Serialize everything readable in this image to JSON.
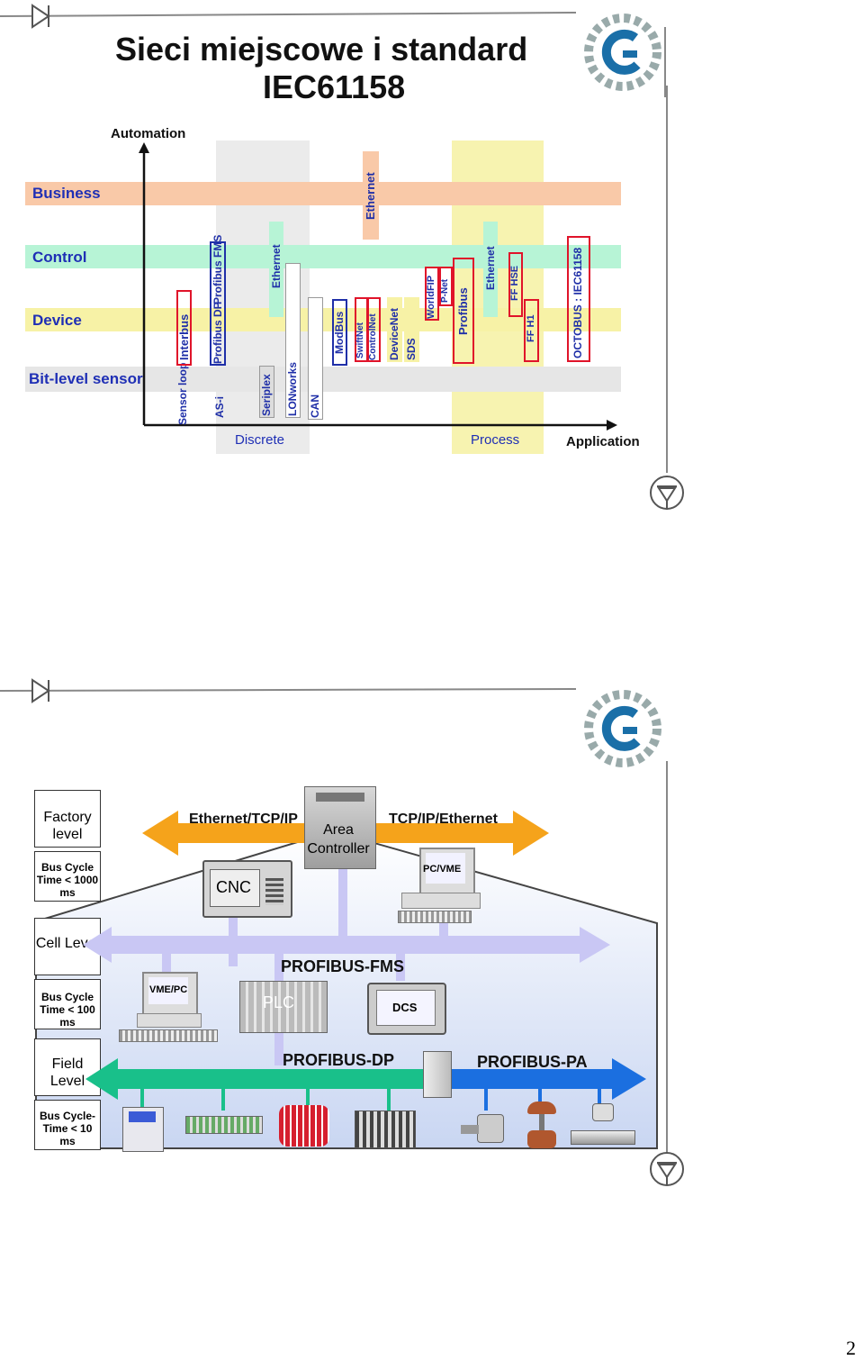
{
  "slide1": {
    "title_line1": "Sieci miejscowe i standard",
    "title_line2": "IEC61158",
    "y_axis_label": "Automation",
    "x_axis": {
      "discrete": "Discrete",
      "process": "Process",
      "application": "Application"
    },
    "levels": {
      "business": "Business",
      "control": "Control",
      "device": "Device",
      "bitlevel": "Bit-level sensor"
    },
    "networks": {
      "sensor_loop": "Sensor loop",
      "interbus": "Interbus",
      "asi": "AS-i",
      "profibus_dp": "Profibus DP",
      "profibus_fms": "Profibus FMS",
      "seriplex": "Seriplex",
      "ethernet_mid": "Ethernet",
      "lonworks": "LONworks",
      "can": "CAN",
      "modbus": "ModBus",
      "swiftnet": "SwiftNet",
      "controlnet": "ControlNet",
      "devicenet": "DeviceNet",
      "sds": "SDS",
      "ethernet_top": "Ethernet",
      "worldfip": "WorldFIP",
      "pnet": "P-Net",
      "profibus": "Profibus",
      "ethernet_right": "Ethernet",
      "ff_hse": "FF HSE",
      "ff_h1": "FF H1",
      "octobus": "OCTOBUS : IEC61158"
    }
  },
  "slide2": {
    "factory_level": "Factory level",
    "factory_cycle": "Bus Cycle Time < 1000 ms",
    "cell_level": "Cell Level",
    "cell_cycle": "Bus Cycle Time < 100 ms",
    "field_level": "Field Level",
    "field_cycle": "Bus Cycle- Time < 10 ms",
    "ethernet_tcpip": "Ethernet/TCP/IP",
    "tcpip_ethernet": "TCP/IP/Ethernet",
    "area_controller": "Area Controller",
    "cnc": "CNC",
    "pc_vme": "PC/VME",
    "vme_pc": "VME/PC",
    "plc": "PLC",
    "dcs": "DCS",
    "profibus_fms": "PROFIBUS-FMS",
    "profibus_dp": "PROFIBUS-DP",
    "profibus_pa": "PROFIBUS-PA"
  },
  "page_number": "2",
  "colors": {
    "business_band": "#f9c9a8",
    "control_band": "#b7f4d6",
    "device_band": "#f7f2a6",
    "bit_band": "#e6e6e6",
    "process_col": "#f7f3b0",
    "discrete_col": "#ebebeb",
    "label_blue": "#1f2fb5",
    "box_red": "#e0142a",
    "orange_arrow": "#f5a31b",
    "lavender_arrow": "#c9c7f4",
    "green_arrow": "#19c08a",
    "blue_arrow": "#1b6fe0"
  }
}
